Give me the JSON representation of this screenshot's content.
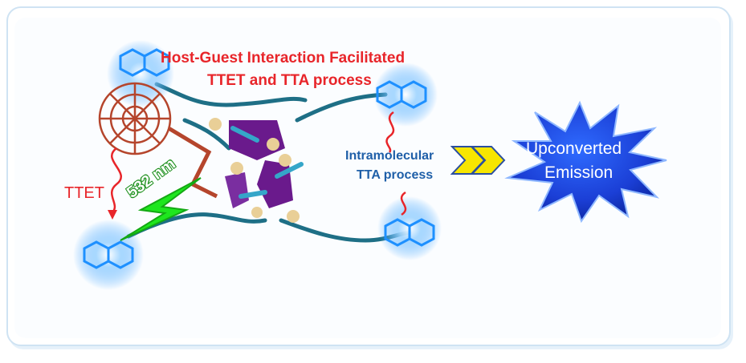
{
  "labels": {
    "title_line1": "Host-Guest Interaction Facilitated",
    "title_line2": "TTET and TTA process",
    "ttet": "TTET",
    "wavelength": "532 nm",
    "intramolecular_line1": "Intramolecular",
    "intramolecular_line2": "TTA process",
    "emission_line1": "Upconverted",
    "emission_line2": "Emission"
  },
  "colors": {
    "label_red": "#e8252a",
    "label_blue": "#1f5fa8",
    "arrow_yellow": "#f7e600",
    "star_blue": "#1b3fd6",
    "laser_green": "#1ee61e",
    "fullerene": "#b5452c",
    "linker_teal": "#1e6f86",
    "purple_ring": "#6a1a8c"
  },
  "icons": [
    "fullerene-icon",
    "anthracene-glow-icon",
    "laser-bolt-icon",
    "wavy-arrow-icon",
    "chevron-arrow-icon",
    "burst-star-icon"
  ]
}
